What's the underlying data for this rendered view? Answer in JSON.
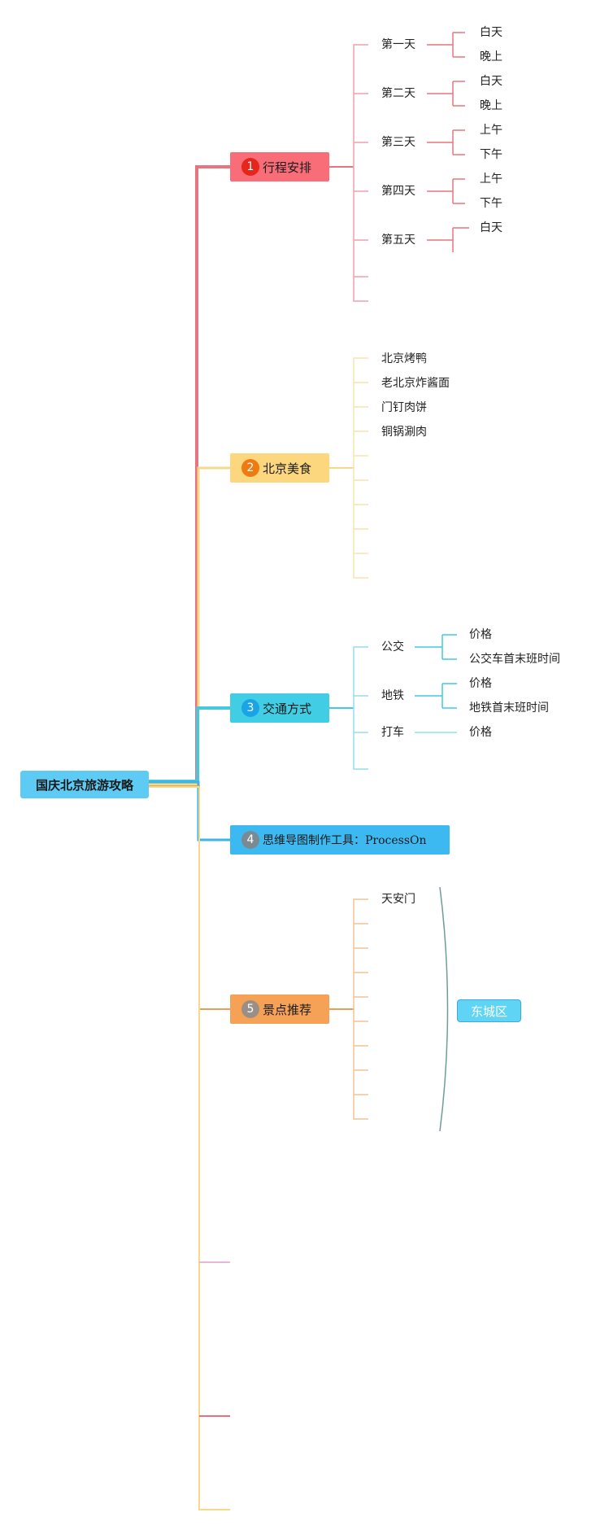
{
  "root": {
    "title": "国庆北京旅游攻略"
  },
  "colors": {
    "root": "#5ECBF5",
    "b1": "#F96D78",
    "b1_line": "#E8757E",
    "b1_leaf": "#EEA4AB",
    "b2": "#FCD77D",
    "b2_line": "#F6DA8C",
    "b2_leaf": "#F7E3AE",
    "b3": "#41CDE3",
    "b3_line": "#45C9DE",
    "b3_leaf": "#95DDEA",
    "b4": "#3CB9F1",
    "b4_line": "#3EB3E6",
    "b5": "#F5A257",
    "b5_line": "#E6A05C",
    "b5_leaf": "#F2C497",
    "badge1": "#E5261B",
    "badge2": "#F07A12",
    "badge3": "#1AA4E6",
    "badge4": "#7A8A90",
    "badge5": "#9A8F86",
    "tag": "#5FD4F4",
    "bracket": "#6E9E96"
  },
  "branches": [
    {
      "num": "1",
      "label": "行程安排"
    },
    {
      "num": "2",
      "label": "北京美食"
    },
    {
      "num": "3",
      "label": "交通方式"
    },
    {
      "num": "4",
      "label": "思维导图制作工具：ProcessOn"
    },
    {
      "num": "5",
      "label": "景点推荐"
    }
  ],
  "itinerary": [
    {
      "day": "第一天",
      "parts": [
        "白天",
        "晚上"
      ]
    },
    {
      "day": "第二天",
      "parts": [
        "白天",
        "晚上"
      ]
    },
    {
      "day": "第三天",
      "parts": [
        "上午",
        "下午"
      ]
    },
    {
      "day": "第四天",
      "parts": [
        "上午",
        "下午"
      ]
    },
    {
      "day": "第五天",
      "parts": [
        "白天"
      ]
    }
  ],
  "food": [
    "北京烤鸭",
    "老北京炸酱面",
    "门钉肉饼",
    "铜锅涮肉"
  ],
  "transport": [
    {
      "mode": "公交",
      "items": [
        "价格",
        "公交车首末班时间"
      ]
    },
    {
      "mode": "地铁",
      "items": [
        "价格",
        "地铁首末班时间"
      ]
    },
    {
      "mode": "打车",
      "items": [
        "价格"
      ]
    }
  ],
  "sights": {
    "items": [
      "天安门"
    ],
    "group_tag": "东城区"
  }
}
